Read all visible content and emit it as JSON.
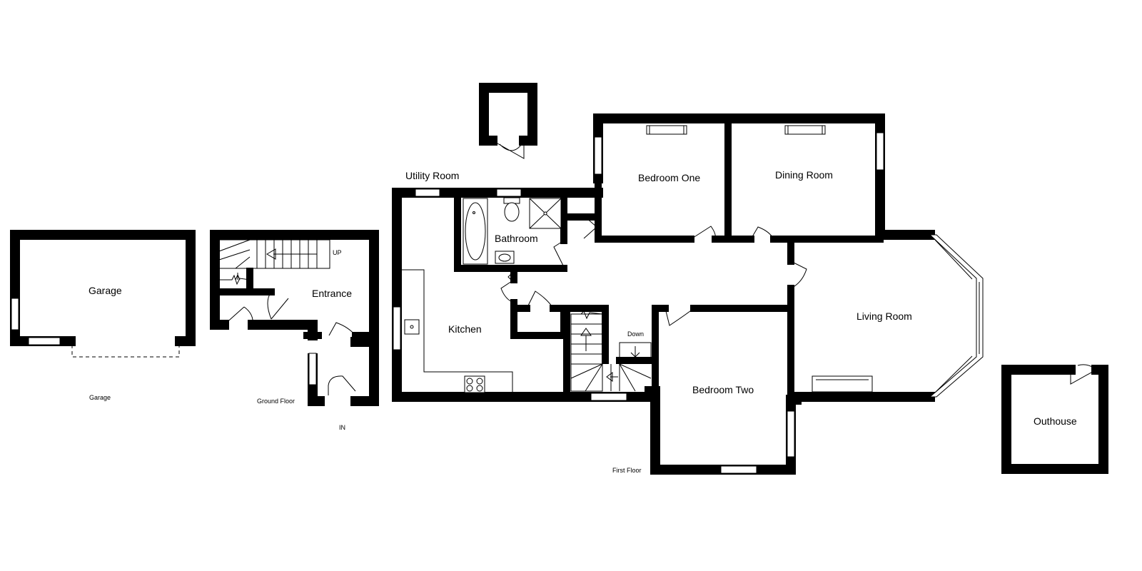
{
  "rooms": {
    "garage": "Garage",
    "entrance": "Entrance",
    "utility_room": "Utility Room",
    "bathroom": "Bathroom",
    "kitchen": "Kitchen",
    "bedroom_one": "Bedroom One",
    "dining_room": "Dining Room",
    "living_room": "Living Room",
    "bedroom_two": "Bedroom Two",
    "outhouse": "Outhouse"
  },
  "captions": {
    "garage": "Garage",
    "ground_floor": "Ground Floor",
    "first_floor": "First Floor",
    "in": "IN"
  },
  "stairs": {
    "up": "UP",
    "down": "Down"
  }
}
